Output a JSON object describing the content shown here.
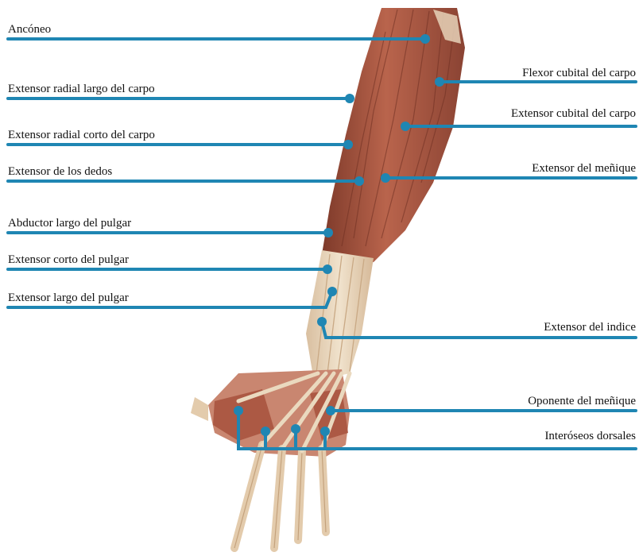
{
  "diagram": {
    "leader_color": "#1f86b3",
    "muscle_colors": {
      "dark": "#8a3f2e",
      "mid": "#b55f48",
      "light": "#d89078",
      "tendon": "#e8d6bd"
    },
    "labels_left": [
      "Ancóneo",
      "Extensor radial largo del carpo",
      "Extensor radial corto del carpo",
      "Extensor de los dedos",
      "Abductor largo del pulgar",
      "Extensor corto del pulgar",
      "Extensor largo del pulgar"
    ],
    "labels_right": [
      "Flexor cubital del carpo",
      "Extensor cubital del carpo",
      "Extensor del meñique",
      "Extensor del indice",
      "Oponente del meñique",
      "Interóseos dorsales"
    ]
  }
}
